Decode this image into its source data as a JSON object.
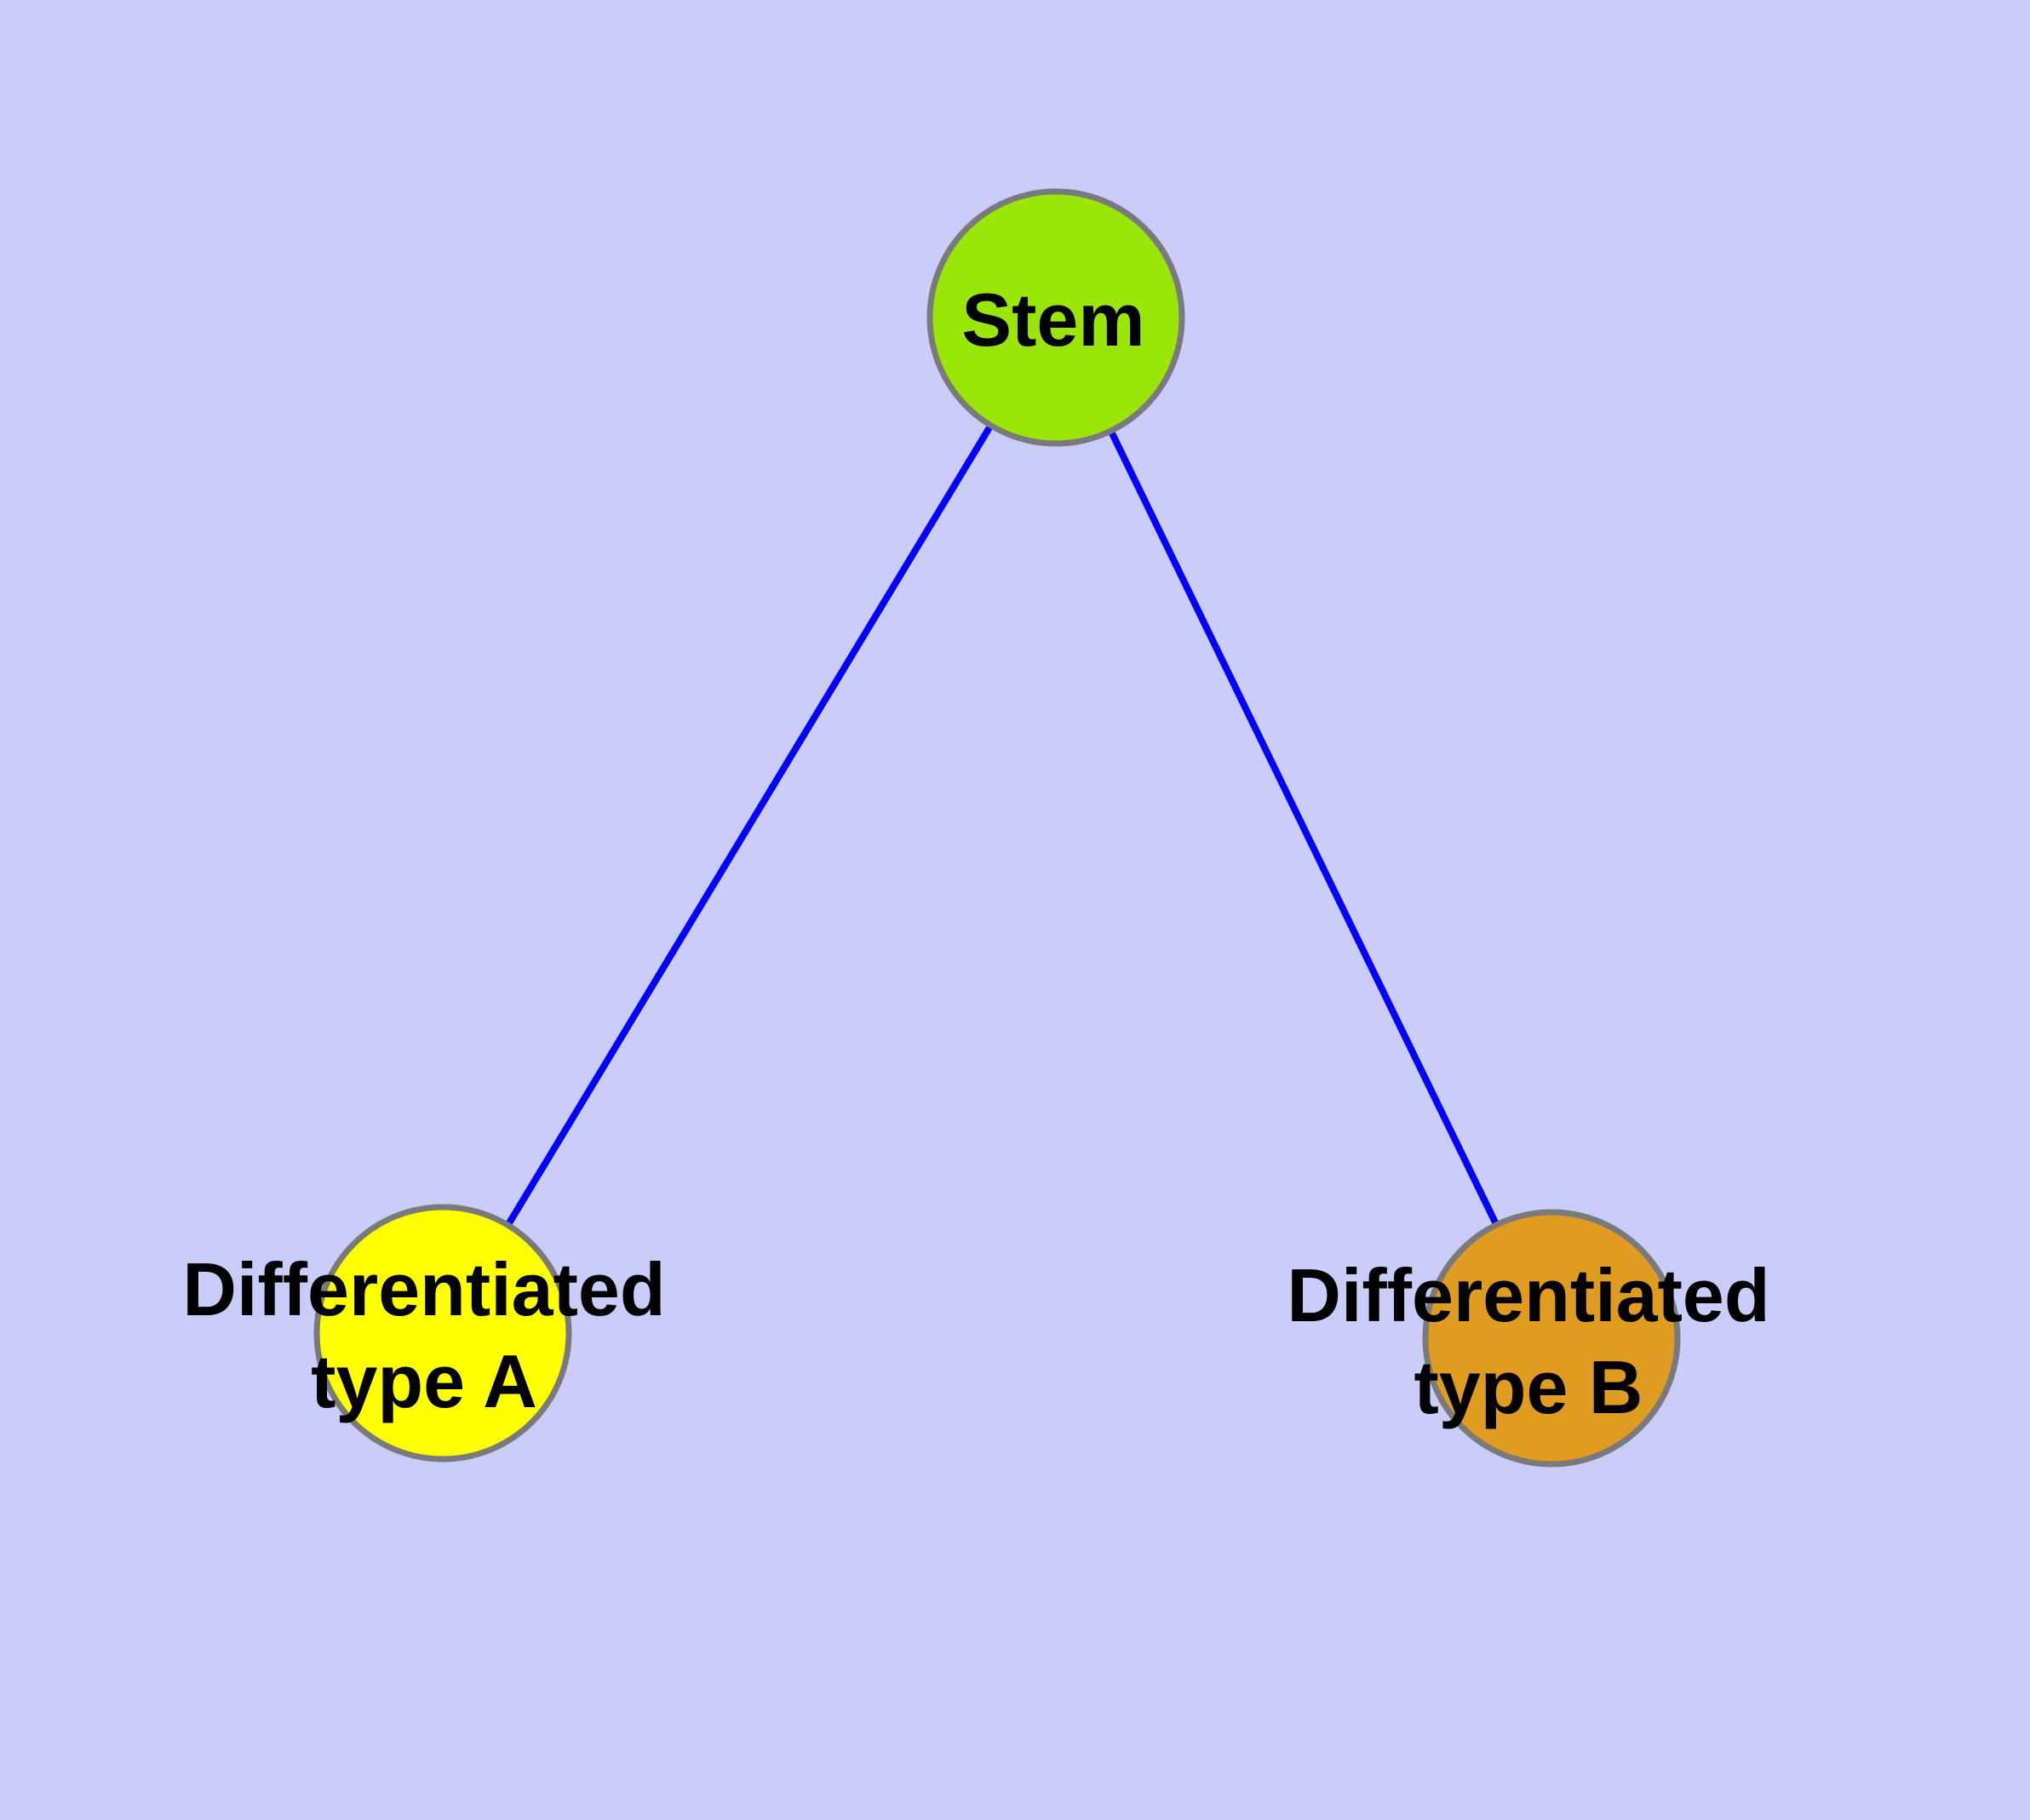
{
  "diagram": {
    "type": "graph",
    "background_color": "#caccfa",
    "text_color": "#000000",
    "node_border_color": "#7a7a7a",
    "nodes": {
      "stem": {
        "label": "Stem",
        "fill": "#9ae609"
      },
      "type_a": {
        "label": "Differentiated\ntype A",
        "fill": "#ffff00"
      },
      "type_b": {
        "label": "Differentiated\ntype B",
        "fill": "#e09c20"
      }
    },
    "edges": {
      "color": "#0000ff",
      "list": [
        {
          "from": "stem",
          "to": "type_a"
        },
        {
          "from": "stem",
          "to": "type_b"
        }
      ]
    }
  }
}
